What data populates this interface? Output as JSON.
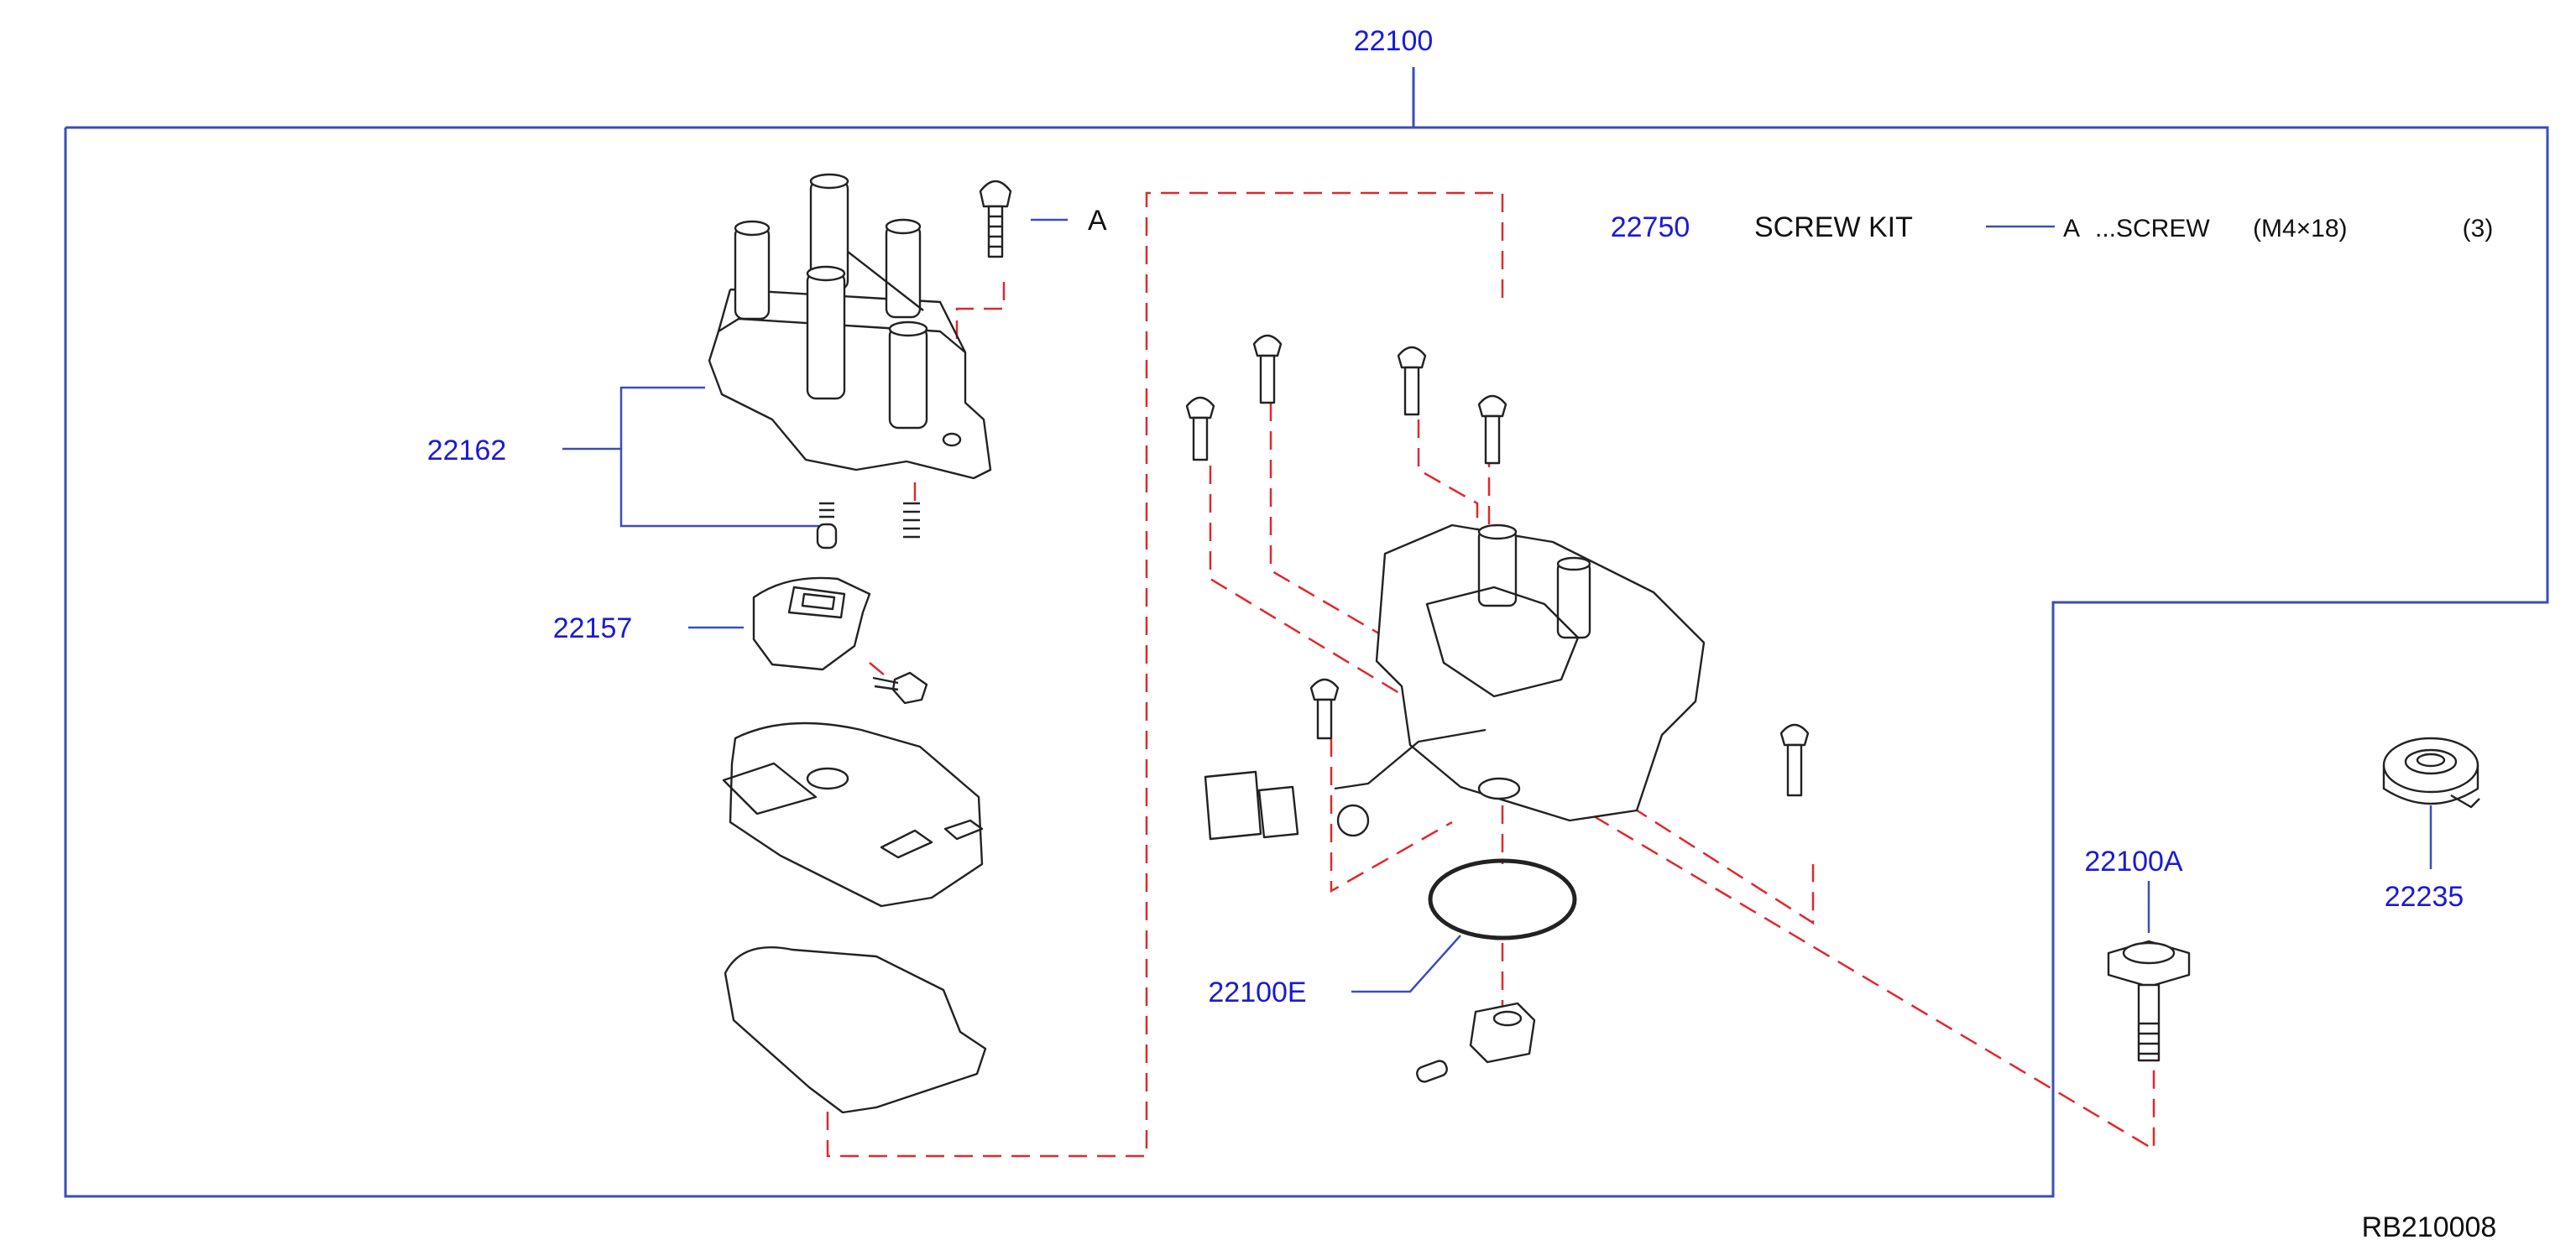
{
  "colors": {
    "part_number": "#1a1ad6",
    "leader_line": "#3a4fb5",
    "phantom_line": "#e0282d",
    "drawing": "#222222"
  },
  "callouts": {
    "assembly": "22100",
    "cap": "22162",
    "rotor": "22157",
    "screw_kit": "22750",
    "oring": "22100E",
    "bolt": "22100A",
    "seal": "22235"
  },
  "screw_kit_row": {
    "name": "SCREW   KIT",
    "ref": "A",
    "desc": "...SCREW",
    "size": "(M4×18)",
    "qty": "(3)"
  },
  "ref_marker": "A",
  "diagram_code": "RB210008"
}
